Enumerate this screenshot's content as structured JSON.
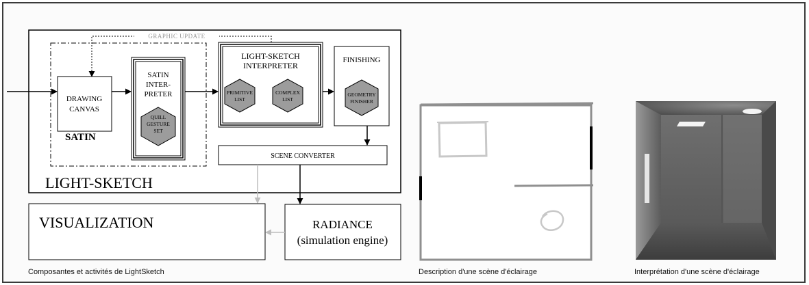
{
  "diagram": {
    "graphic_update": "GRAPHIC UPDATE",
    "drawing_canvas": [
      "DRAWING",
      "CANVAS"
    ],
    "satin_interpreter": [
      "SATIN",
      "INTER-",
      "PRETER"
    ],
    "quill_gesture_set": [
      "QUILL",
      "GESTURE",
      "SET"
    ],
    "satin": "SATIN",
    "lightsketch_interpreter": [
      "LIGHT-SKETCH",
      "INTERPRETER"
    ],
    "primitive_list": [
      "PRIMITIVE",
      "LIST"
    ],
    "complex_list": [
      "COMPLEX",
      "LIST"
    ],
    "finishing": "FINISHING",
    "geometry_finisher": [
      "GEOMETRY",
      "FINISHER"
    ],
    "scene_converter": "SCENE CONVERTER",
    "light_sketch": "LIGHT-SKETCH",
    "visualization": "VISUALIZATION",
    "radiance": [
      "RADIANCE",
      "(simulation engine)"
    ]
  },
  "captions": {
    "left": "Composantes et activités de LightSketch",
    "middle": "Description d'une scène d'éclairage",
    "right": "Interprétation d'une scène d'éclairage"
  }
}
